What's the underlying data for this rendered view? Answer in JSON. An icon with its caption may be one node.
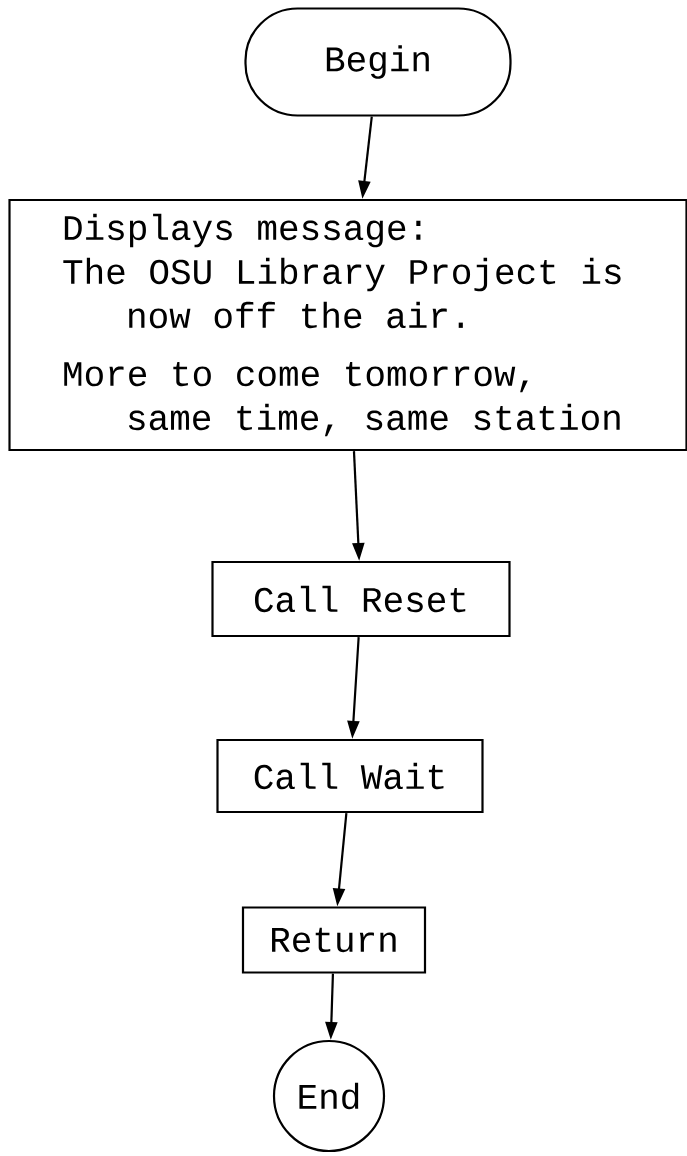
{
  "diagram": {
    "nodes": [
      {
        "text": [
          "Begin"
        ]
      },
      {
        "text": [
          "Displays message:",
          "The OSU Library Project is now off the air.",
          "More to come tomorrow, same time, same station"
        ]
      },
      {
        "text": [
          "Call Reset"
        ]
      },
      {
        "text": [
          "Call Wait"
        ]
      },
      {
        "text": [
          "Return"
        ]
      },
      {
        "text": [
          "End"
        ]
      }
    ],
    "edges": [
      {
        "from": 0,
        "to": 1,
        "arrow": "to"
      },
      {
        "from": 1,
        "to": 2,
        "arrow": "to"
      },
      {
        "from": 2,
        "to": 3,
        "arrow": "to"
      },
      {
        "from": 3,
        "to": 4,
        "arrow": "to"
      },
      {
        "from": 4,
        "to": 5,
        "arrow": "to"
      }
    ]
  }
}
